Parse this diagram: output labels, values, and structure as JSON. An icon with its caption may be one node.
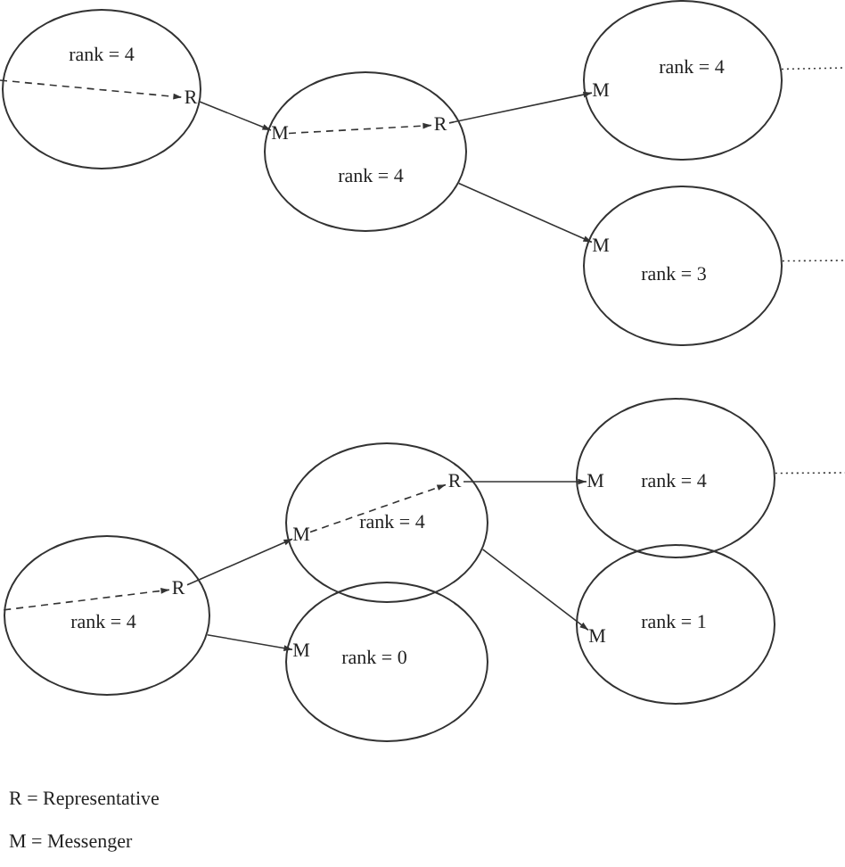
{
  "diagram": {
    "nodes": [
      {
        "text": [
          "rank = 4"
        ]
      },
      {
        "text": [
          "R"
        ],
        "in": 0
      },
      {
        "text": [
          "rank = 4"
        ]
      },
      {
        "text": [
          "M"
        ],
        "in": 2
      },
      {
        "text": [
          "R"
        ],
        "in": 2
      },
      {
        "text": [
          "rank = 4"
        ]
      },
      {
        "text": [
          "M"
        ],
        "in": 5
      },
      {
        "text": [
          "rank = 3"
        ]
      },
      {
        "text": [
          "M"
        ],
        "in": 7
      },
      {
        "text": [
          "rank = 4"
        ]
      },
      {
        "text": [
          "R"
        ],
        "in": 9
      },
      {
        "text": [
          "rank = 4"
        ]
      },
      {
        "text": [
          "M"
        ],
        "in": 11
      },
      {
        "text": [
          "R"
        ],
        "in": 11
      },
      {
        "text": [
          "rank = 0"
        ]
      },
      {
        "text": [
          "M"
        ],
        "in": 14
      },
      {
        "text": [
          "rank = 4"
        ]
      },
      {
        "text": [
          "M"
        ],
        "in": 16
      },
      {
        "text": [
          "rank = 1"
        ]
      },
      {
        "text": [
          "M"
        ],
        "in": 18
      }
    ],
    "edges": [
      {
        "from": null,
        "to": 1,
        "arrow": "to",
        "style": "dashed"
      },
      {
        "from": 1,
        "to": 3,
        "arrow": "to"
      },
      {
        "from": 3,
        "to": 4,
        "arrow": "to",
        "style": "dashed"
      },
      {
        "from": 4,
        "to": 6,
        "arrow": "to"
      },
      {
        "from": 2,
        "to": 8,
        "arrow": "to"
      },
      {
        "from": 5,
        "to": null,
        "arrow": "none",
        "style": "dashed"
      },
      {
        "from": 7,
        "to": null,
        "arrow": "none",
        "style": "dashed"
      },
      {
        "from": 9,
        "to": 10,
        "arrow": "to",
        "style": "dashed"
      },
      {
        "from": 10,
        "to": 12,
        "arrow": "to"
      },
      {
        "from": 9,
        "to": 15,
        "arrow": "to"
      },
      {
        "from": 12,
        "to": 13,
        "arrow": "to",
        "style": "dashed"
      },
      {
        "from": 13,
        "to": 17,
        "arrow": "to"
      },
      {
        "from": 11,
        "to": 19,
        "arrow": "to"
      },
      {
        "from": 16,
        "to": null,
        "arrow": "none",
        "style": "dashed"
      }
    ],
    "labels": [
      "R = Representative",
      "M = Messenger"
    ]
  }
}
